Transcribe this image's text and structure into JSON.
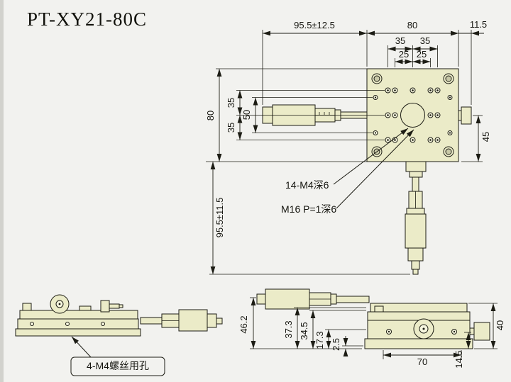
{
  "title": "PT-XY21-80C",
  "colors": {
    "bg": "#f2f2ef",
    "body": "#ebebc8",
    "screw": "#c9c9a8",
    "hole": "#f6f6df",
    "line": "#1c1c14"
  },
  "top_view": {
    "dim_travel_h": "95.5±12.5",
    "dim_body_w": "80",
    "dim_knob_w": "11.5",
    "dim_hole_h_35a": "35",
    "dim_hole_h_35b": "35",
    "dim_hole_h_25a": "25",
    "dim_hole_h_25b": "25",
    "dim_body_h": "80",
    "dim_hole_v_35a": "35",
    "dim_hole_v_50": "50",
    "dim_hole_v_35b": "35",
    "dim_knob_offset": "45",
    "dim_travel_v": "95.5±11.5",
    "label_holes": "14-M4深6",
    "label_thread": "M16 P=1深6"
  },
  "left_view": {
    "label_screw_holes": "4-M4螺丝用孔"
  },
  "right_view": {
    "dim_h_total": "46.2",
    "dim_h_mid1": "37.3",
    "dim_h_mid2": "34.5",
    "dim_h_axis": "17.3",
    "dim_h_step": "2.5",
    "dim_base_w": "70",
    "dim_h_knob": "14.5",
    "dim_h_body": "40"
  }
}
